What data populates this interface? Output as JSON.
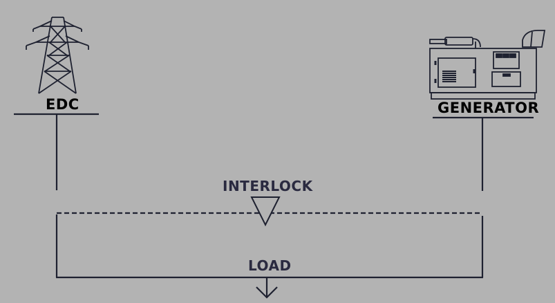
{
  "labels": {
    "source_1": "EDC",
    "source_2": "GENERATOR",
    "interlock": "INTERLOCK",
    "load": "LOAD"
  },
  "icons": {
    "source_1": "transmission-tower-icon",
    "source_2": "generator-icon",
    "interlock": "interlock-triangle-icon",
    "load": "load-arrow-icon"
  },
  "colors": {
    "background": "#b3b3b3",
    "line": "#1e2130",
    "label_dark": "#000000",
    "label_accent": "#2a2a40"
  }
}
